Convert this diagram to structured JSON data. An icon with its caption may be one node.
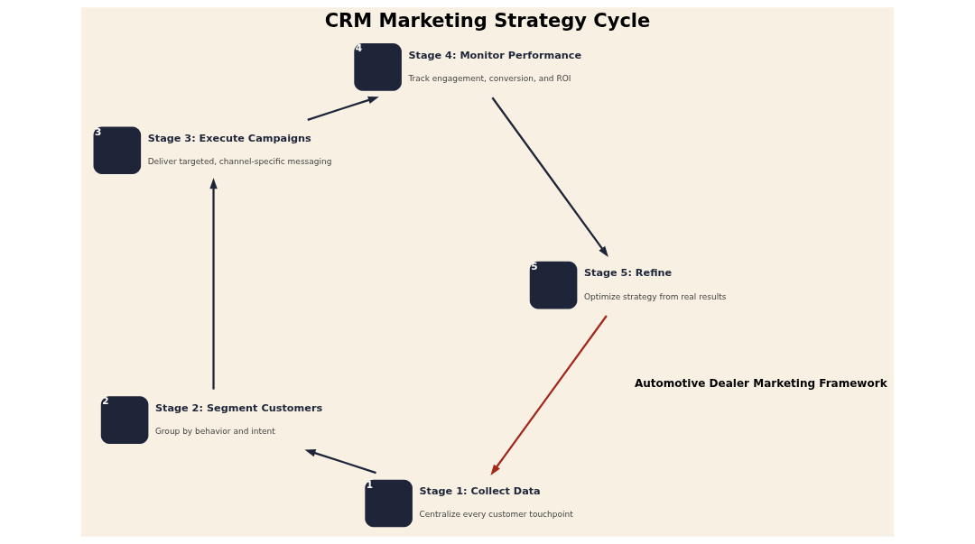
{
  "diagram": {
    "title": "CRM Marketing Strategy Cycle",
    "nodes": [
      {
        "text": [
          "1"
        ],
        "beside": [
          "Stage 1: Collect Data",
          "Centralize every customer touchpoint"
        ]
      },
      {
        "text": [
          "2"
        ],
        "beside": [
          "Stage 2: Segment Customers",
          "Group by behavior and intent"
        ]
      },
      {
        "text": [
          "3"
        ],
        "beside": [
          "Stage 3: Execute Campaigns",
          "Deliver targeted, channel-specific messaging"
        ]
      },
      {
        "text": [
          "4"
        ],
        "beside": [
          "Stage 4: Monitor Performance",
          "Track engagement, conversion, and ROI"
        ]
      },
      {
        "text": [
          "5"
        ],
        "beside": [
          "Stage 5: Refine",
          "Optimize strategy from real results"
        ]
      }
    ],
    "edges": [
      {
        "from": 0,
        "to": 1,
        "arrow": "to"
      },
      {
        "from": 1,
        "to": 2,
        "arrow": "to"
      },
      {
        "from": 2,
        "to": 3,
        "arrow": "to"
      },
      {
        "from": 3,
        "to": 4,
        "arrow": "to"
      },
      {
        "from": 4,
        "to": 0,
        "arrow": "to",
        "color": "#a3281b"
      }
    ],
    "labels": [
      "Automotive Dealer Marketing Framework"
    ]
  }
}
